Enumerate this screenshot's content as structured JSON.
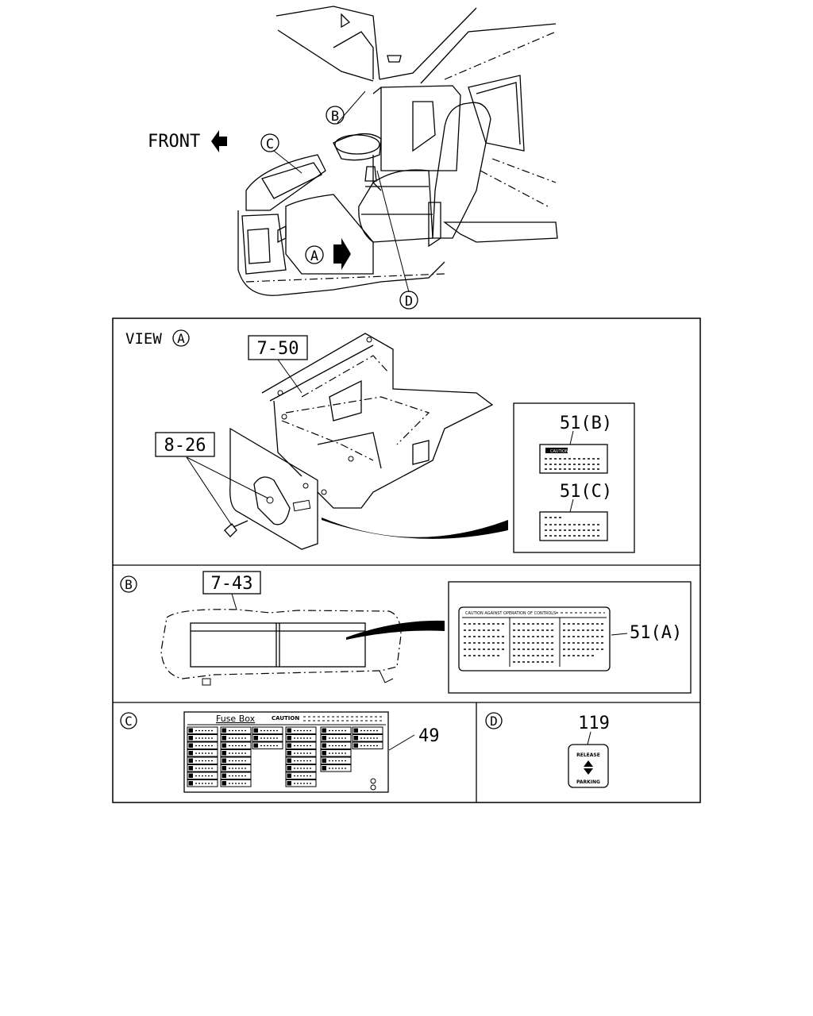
{
  "top_view": {
    "front_label": "FRONT",
    "callouts": {
      "a": "A",
      "b": "B",
      "c": "C",
      "d": "D"
    }
  },
  "panel_a": {
    "view_label": "VIEW",
    "view_letter": "A",
    "part_floor": "7-50",
    "part_bolt": "8-26",
    "label_51b": "51(B)",
    "label_51c": "51(C)",
    "caution_tag": "CAUTION"
  },
  "panel_b": {
    "letter": "B",
    "part_visor": "7-43",
    "label_51a": "51(A)",
    "label_header": "CAUTION AGAINST OPERATION OF CONTROLS"
  },
  "panel_c": {
    "letter": "C",
    "part_fuse": "49",
    "fuse_title": "Fuse Box",
    "fuse_caution": "CAUTION"
  },
  "panel_d": {
    "letter": "D",
    "part_switch": "119",
    "switch_top": "RELEASE",
    "switch_bottom": "PARKING"
  }
}
